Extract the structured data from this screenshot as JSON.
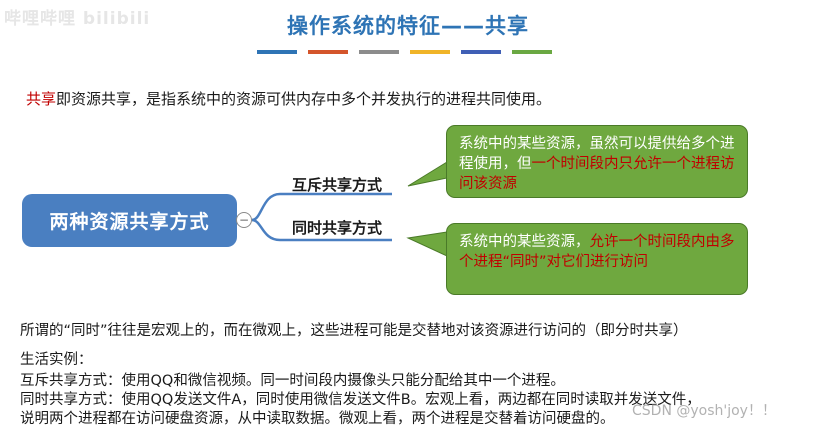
{
  "watermark_top_left": "哔哩哔哩 bilibili",
  "title": "操作系统的特征——共享",
  "title_bar_colors": [
    "#2e74b5",
    "#d4552b",
    "#8c8c8c",
    "#f0b428",
    "#3f5fb5",
    "#6aa842"
  ],
  "intro": {
    "keyword": "共享",
    "text": "即资源共享，是指系统中的资源可供内存中多个并发执行的进程共同使用。"
  },
  "mindmap": {
    "root": "两种资源共享方式",
    "collapse_symbol": "−",
    "branches": [
      {
        "label": "互斥共享方式"
      },
      {
        "label": "同时共享方式"
      }
    ]
  },
  "notes": [
    {
      "normal_1": "系统中的某些资源，虽然可以提供给多个进程使用，但",
      "highlight": "一个时间段内只允许一个进程访问该资源",
      "normal_2": ""
    },
    {
      "normal_1": "系统中的某些资源，",
      "highlight": "允许一个时间段内由多个进程“同时”对它们进行访问",
      "normal_2": ""
    }
  ],
  "explanation": "所谓的“同时”往往是宏观上的，而在微观上，这些进程可能是交替地对该资源进行访问的（即分时共享）",
  "examples": {
    "heading": "生活实例：",
    "line1": "互斥共享方式：使用QQ和微信视频。同一时间段内摄像头只能分配给其中一个进程。",
    "line2": "同时共享方式：使用QQ发送文件A，同时使用微信发送文件B。宏观上看，两边都在同时读取并发送文件，",
    "line3": "说明两个进程都在访问硬盘资源，从中读取数据。微观上看，两个进程是交替着访问硬盘的。"
  },
  "watermark_bottom_right": "CSDN @yosh'joy！！"
}
